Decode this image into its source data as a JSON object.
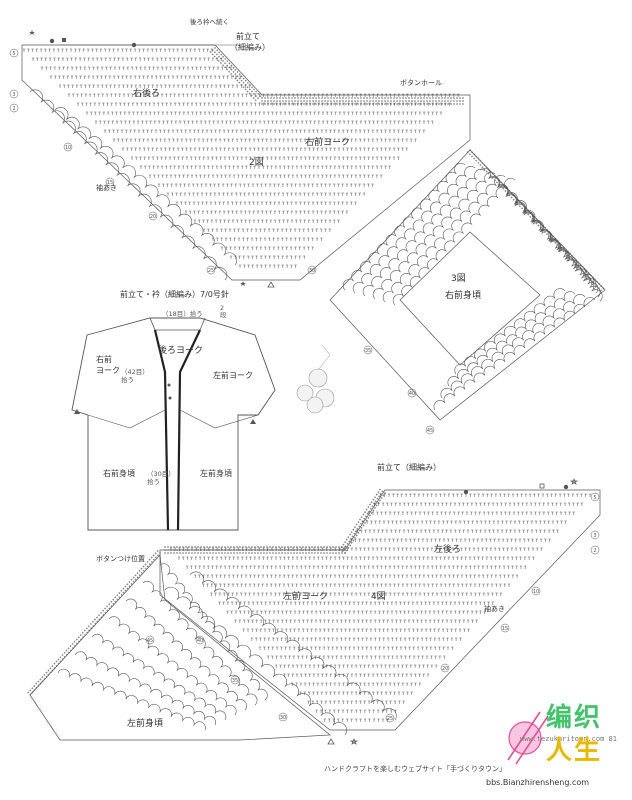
{
  "diagram_top": {
    "back_label": "右後ろ",
    "yoke_label": "右前ヨーク",
    "fig_label": "2図",
    "sleeve_label": "袖あき",
    "placket_label": "前立て",
    "placket_note": "（細編み）",
    "continue_note": "後ろ衿へ続く",
    "buttonhole_label": "ボタンホール",
    "front_fig_label": "3図",
    "front_body_label": "右前身頃"
  },
  "overview": {
    "title": "前立て・衿（細編み）7/0号針",
    "back_yoke": "後ろヨーク",
    "right_front_yoke": "右前\nヨーク",
    "left_front_yoke": "左前ヨーク",
    "right_front_body": "右前身頃",
    "left_front_body": "左前身頃",
    "pickup_18": "（18目）拾う",
    "pickup_42": "（42目）\n拾う",
    "pickup_30": "（30目）\n拾う",
    "rows": "2\n段"
  },
  "diagram_bottom": {
    "placket_label": "前立て（細編み）",
    "back_label": "左後ろ",
    "yoke_label": "左前ヨーク",
    "fig_label": "4図",
    "sleeve_label": "袖あき",
    "button_label": "ボタンつけ位置",
    "front_body_label": "左前身頃"
  },
  "footer": {
    "caption": "ハンドクラフトを楽しむウェブサイト「手づくりタウン」",
    "url": "www.tezukuritown.com",
    "page": "81"
  },
  "logo": {
    "chars_1": "编织",
    "chars_2": "人生",
    "sub": "bbs.Bianzhirensheng.com"
  },
  "row_numbers": [
    "5",
    "3",
    "2",
    "10",
    "15",
    "20",
    "25",
    "30",
    "35",
    "40",
    "45"
  ],
  "colors": {
    "line": "#555555",
    "logo_green": "#43c36b",
    "logo_pink": "#e24f9b",
    "logo_yellow": "#e8b900"
  }
}
